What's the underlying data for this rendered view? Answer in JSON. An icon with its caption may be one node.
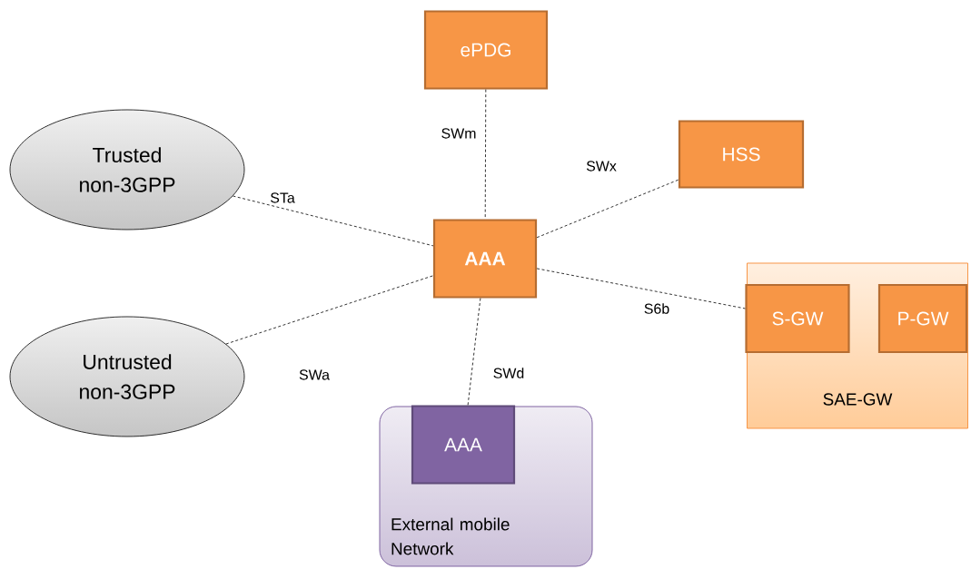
{
  "diagram": {
    "nodes": [
      {
        "text": [
          "ePDG"
        ]
      },
      {
        "text": [
          "Trusted non-3GPP"
        ]
      },
      {
        "text": [
          "HSS"
        ]
      },
      {
        "text": [
          "AAA"
        ]
      },
      {
        "text": [
          "Untrusted non-3GPP"
        ]
      },
      {
        "text": [
          "SAE-GW"
        ]
      },
      {
        "text": [
          "S-GW"
        ],
        "in": 5
      },
      {
        "text": [
          "P-GW"
        ],
        "in": 5
      },
      {
        "text": [
          "External mobile Network"
        ]
      },
      {
        "text": [
          "AAA"
        ],
        "in": 8
      }
    ],
    "edges": [
      {
        "from": 0,
        "to": 3,
        "arrow": "none",
        "label": "SWm",
        "style": "dashed"
      },
      {
        "from": 1,
        "to": 3,
        "arrow": "none",
        "label": "STa",
        "style": "dashed"
      },
      {
        "from": 3,
        "to": 2,
        "arrow": "none",
        "label": "SWx",
        "style": "dashed"
      },
      {
        "from": 4,
        "to": 3,
        "arrow": "none",
        "label": "SWa",
        "style": "dashed"
      },
      {
        "from": 3,
        "to": 6,
        "arrow": "none",
        "label": "S6b",
        "style": "dashed"
      },
      {
        "from": 3,
        "to": 9,
        "arrow": "none",
        "label": "SWd",
        "style": "dashed"
      }
    ]
  }
}
